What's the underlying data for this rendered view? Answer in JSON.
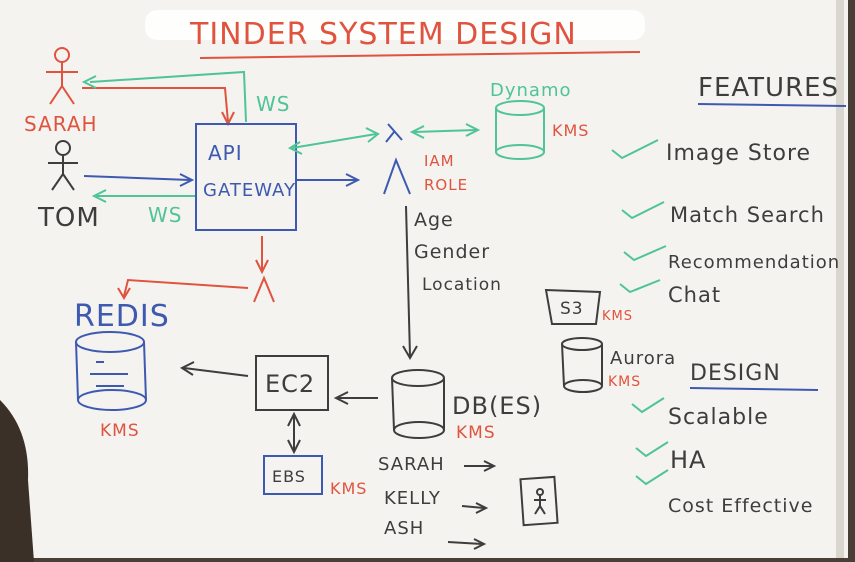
{
  "whiteboard": {
    "title": "TINDER SYSTEM DESIGN",
    "actors": {
      "sarah": "SARAH",
      "tom": "TOM",
      "ws_top": "WS",
      "ws_bottom": "WS"
    },
    "components": {
      "api_gateway_line1": "API",
      "api_gateway_line2": "GATEWAY",
      "dynamo": "Dynamo",
      "dynamo_kms": "KMS",
      "iam_role_line1": "IAM",
      "iam_role_line2": "ROLE",
      "redis": "REDIS",
      "redis_kms": "KMS",
      "ec2": "EC2",
      "ebs": "EBS",
      "ebs_kms": "KMS",
      "db": "DB(ES)",
      "db_kms": "KMS",
      "s3": "S3",
      "s3_kms": "KMS",
      "aurora": "Aurora",
      "aurora_kms": "KMS"
    },
    "attributes": [
      "Age",
      "Gender",
      "Location"
    ],
    "users": [
      "SARAH",
      "KELLY",
      "ASH"
    ],
    "features_heading": "FEATURES",
    "features": [
      "Image Store",
      "Match Search",
      "Recommendation",
      "Chat"
    ],
    "design_heading": "DESIGN",
    "design_goals": [
      "Scalable",
      "HA",
      "Cost Effective"
    ],
    "colors": {
      "board": "#f4f3ef",
      "red": "#e0533f",
      "blue": "#3d5ab0",
      "green": "#4fc497",
      "frame": "#6c645c"
    }
  }
}
